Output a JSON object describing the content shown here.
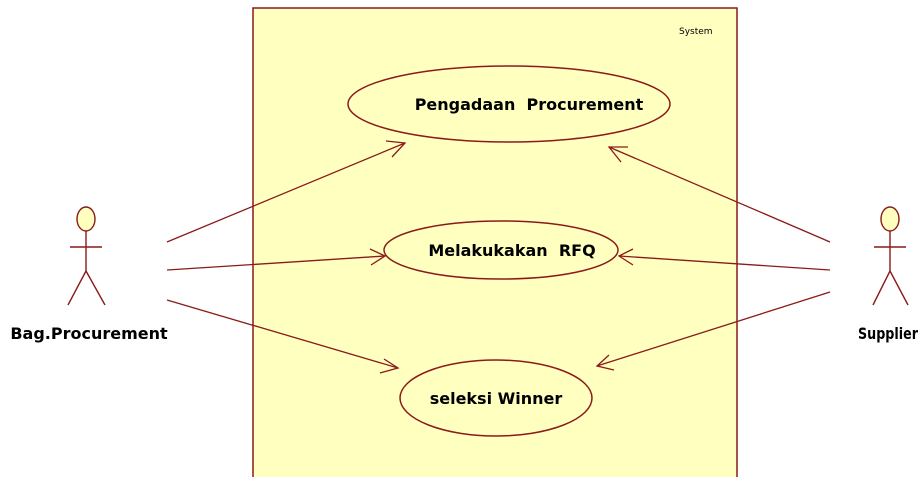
{
  "colors": {
    "line": "#8b1a1a",
    "fill": "#ffffc0",
    "text": "#000000",
    "background": "#ffffff"
  },
  "system": {
    "title": "System"
  },
  "use_cases": [
    {
      "id": "uc-pengadaan",
      "label": "Pengadaan  Procurement"
    },
    {
      "id": "uc-rfq",
      "label": "Melakukakan  RFQ"
    },
    {
      "id": "uc-seleksi",
      "label": "seleksi Winner"
    }
  ],
  "actors": [
    {
      "id": "actor-bag-procurement",
      "label": "Bag.Procurement"
    },
    {
      "id": "actor-supplier",
      "label": "Supplier"
    }
  ],
  "associations": [
    {
      "from": "actor-bag-procurement",
      "to": "uc-pengadaan"
    },
    {
      "from": "actor-bag-procurement",
      "to": "uc-rfq"
    },
    {
      "from": "actor-bag-procurement",
      "to": "uc-seleksi"
    },
    {
      "from": "actor-supplier",
      "to": "uc-pengadaan"
    },
    {
      "from": "actor-supplier",
      "to": "uc-rfq"
    },
    {
      "from": "actor-supplier",
      "to": "uc-seleksi"
    }
  ]
}
